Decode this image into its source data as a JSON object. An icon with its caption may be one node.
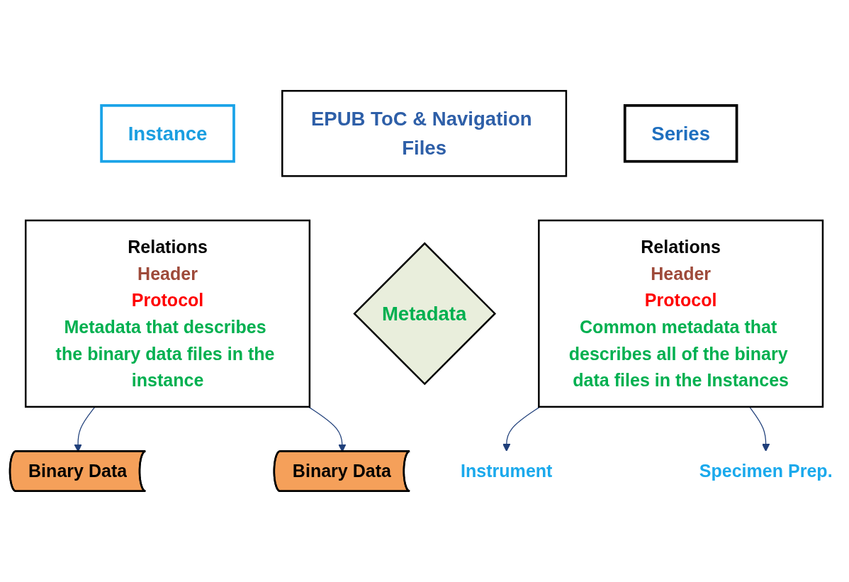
{
  "diagram": {
    "nodes": [
      {
        "text": [
          "Instance"
        ]
      },
      {
        "text": [
          "Relations",
          "Header",
          "Protocol",
          "Metadata that describes the binary data files in the instance"
        ]
      },
      {
        "text": [
          "EPUB ToC & Navigation Files"
        ]
      },
      {
        "text": [
          "Metadata"
        ]
      },
      {
        "text": [
          "Series"
        ]
      },
      {
        "text": [
          "Relations",
          "Header",
          "Protocol",
          "Common metadata that describes all of the binary data files in the Instances"
        ]
      },
      {
        "text": [
          "Binary Data"
        ]
      },
      {
        "text": [
          "Binary Data"
        ]
      },
      {
        "text": [
          "Specimen Prep."
        ]
      },
      {
        "text": [
          "Instrument"
        ]
      }
    ],
    "edges": [
      {
        "from": 1,
        "to": 6,
        "arrow": "to",
        "color": "#1f3f7a"
      },
      {
        "from": 1,
        "to": 7,
        "arrow": "to",
        "color": "#1f3f7a"
      },
      {
        "from": 5,
        "to": 9,
        "arrow": "to",
        "color": "#1f3f7a"
      },
      {
        "from": 5,
        "to": 8,
        "arrow": "to",
        "color": "#1f3f7a"
      }
    ]
  }
}
